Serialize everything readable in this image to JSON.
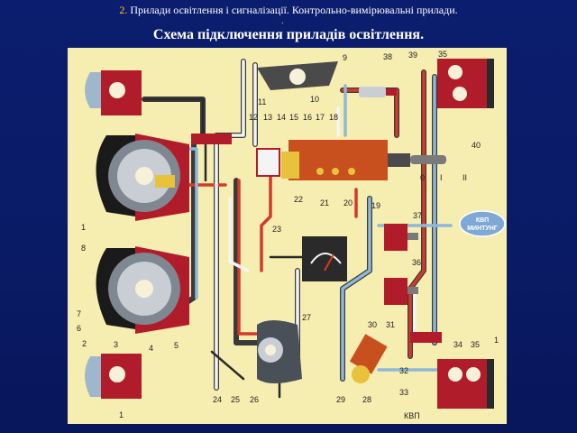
{
  "header": {
    "subtitle_number": "2.",
    "subtitle": "Прилади освітлення і сигналізації. Контрольно-вимірювальні прилади.",
    "title": "Схема підключення приладів освітлення.",
    "bullet": "."
  },
  "diagram": {
    "labels": [
      "9",
      "38",
      "39",
      "35",
      "11",
      "10",
      "12",
      "13",
      "14",
      "15",
      "16",
      "17",
      "18",
      "40",
      "0",
      "I",
      "II",
      "22",
      "21",
      "20",
      "19",
      "37",
      "23",
      "1",
      "8",
      "36",
      "7",
      "6",
      "5",
      "27",
      "30",
      "31",
      "2",
      "3",
      "4",
      "34",
      "35",
      "1",
      "32",
      "33",
      "24",
      "25",
      "26",
      "29",
      "28",
      "1"
    ],
    "badge_line1": "КВП",
    "badge_line2": "МИНТУНГ",
    "footer_mark": "КВП"
  },
  "colors": {
    "background": "#0a1b66",
    "panel": "#f6edb1",
    "accent": "#ffd400",
    "wire_red": "#d23a2a",
    "wire_blue": "#8fb8d8",
    "wire_white": "#f4f4f4",
    "wire_black": "#2a2a2a"
  }
}
